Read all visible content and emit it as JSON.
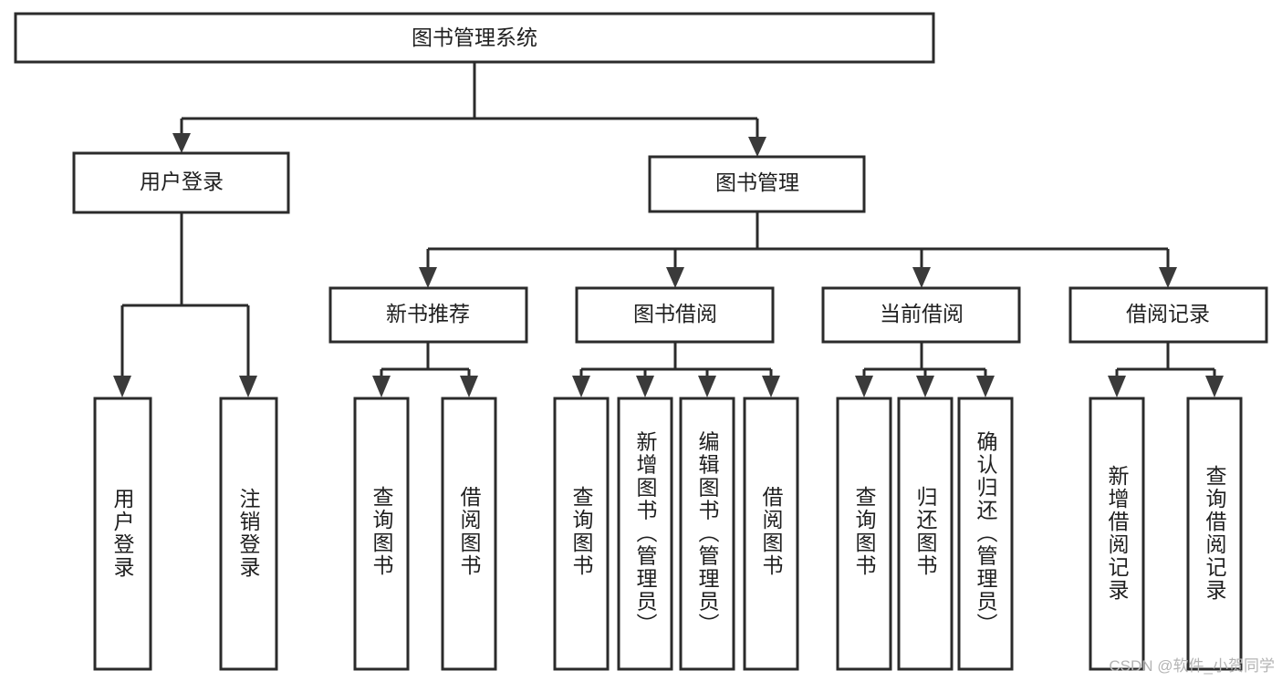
{
  "diagram": {
    "type": "tree-hierarchy",
    "title": "图书管理系统",
    "watermark": "CSDN @软件_小贺同学",
    "colors": {
      "box_stroke": "#2b2b2b",
      "box_fill": "#ffffff",
      "connector": "#2b2b2b",
      "text": "#1f1f1f",
      "watermark": "#b4b4b4",
      "background": "#ffffff"
    },
    "root": {
      "label": "图书管理系统"
    },
    "level2": [
      {
        "label": "用户登录"
      },
      {
        "label": "图书管理"
      }
    ],
    "level3": [
      {
        "label": "新书推荐"
      },
      {
        "label": "图书借阅"
      },
      {
        "label": "当前借阅"
      },
      {
        "label": "借阅记录"
      }
    ],
    "leaves": {
      "user_login": [
        {
          "label": "用户登录"
        },
        {
          "label": "注销登录"
        }
      ],
      "new_book_recommend": [
        {
          "label": "查询图书"
        },
        {
          "label": "借阅图书"
        }
      ],
      "book_borrow": [
        {
          "label": "查询图书"
        },
        {
          "label": "新增图书（管理员）"
        },
        {
          "label": "编辑图书（管理员）"
        },
        {
          "label": "借阅图书"
        }
      ],
      "current_borrow": [
        {
          "label": "查询图书"
        },
        {
          "label": "归还图书"
        },
        {
          "label": "确认归还（管理员）"
        }
      ],
      "borrow_record": [
        {
          "label": "新增借阅记录"
        },
        {
          "label": "查询借阅记录"
        }
      ]
    }
  }
}
